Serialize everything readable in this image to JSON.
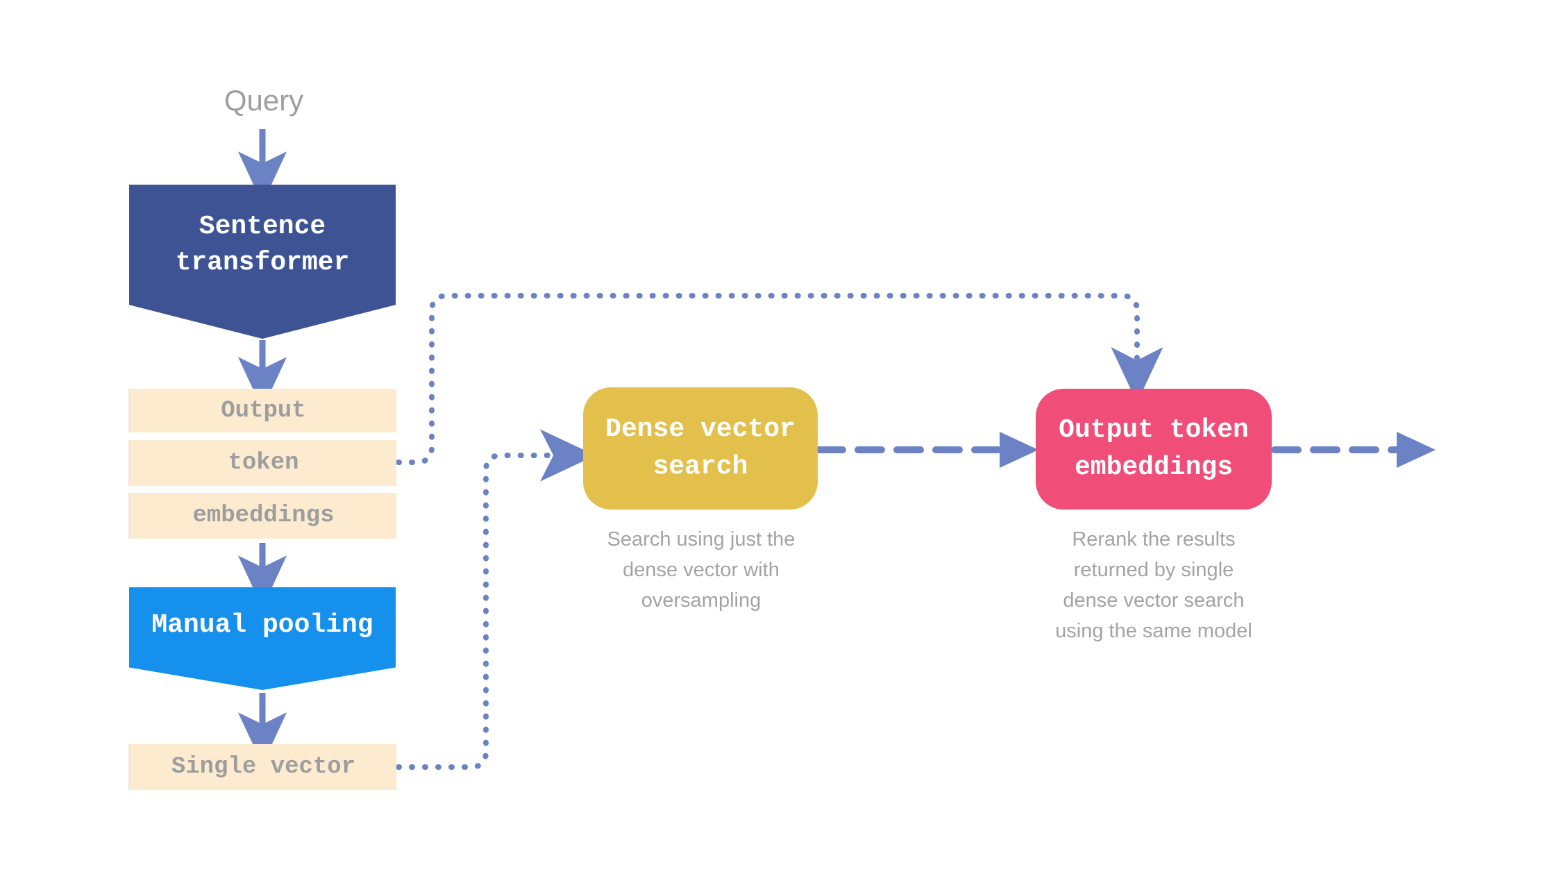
{
  "diagram": {
    "type": "flowchart",
    "title_label": "Query",
    "colors": {
      "sentence_transformer": "#3d5393",
      "manual_pooling": "#1690ed",
      "token_bar": "#fdebd0",
      "dense_vector_search": "#e3c04c",
      "output_token_embeddings": "#f04e79",
      "edge": "#6b82c4",
      "muted_text": "#9e9e9e",
      "background": "#ffffff"
    },
    "nodes": {
      "query": {
        "label": "Query",
        "shape": "text"
      },
      "sentence_transformer": {
        "label": "Sentence\ntransformer",
        "shape": "pentagon"
      },
      "output_token_embeddings_stack": {
        "shape": "stacked-bars",
        "rows": [
          {
            "label": "Output"
          },
          {
            "label": "token"
          },
          {
            "label": "embeddings"
          }
        ]
      },
      "manual_pooling": {
        "label": "Manual pooling",
        "shape": "pentagon"
      },
      "single_vector": {
        "label": "Single vector",
        "shape": "bar"
      },
      "dense_vector_search": {
        "label": "Dense vector\nsearch",
        "shape": "rounded-rect",
        "caption": "Search using just the\ndense vector with\noversampling"
      },
      "output_token_embeddings": {
        "label": "Output token\nembeddings",
        "shape": "rounded-rect",
        "caption": "Rerank the results\nreturned by single\ndense vector search\nusing the same model"
      }
    },
    "edges": [
      {
        "from": "query",
        "to": "sentence_transformer",
        "style": "solid-arrow"
      },
      {
        "from": "sentence_transformer",
        "to": "output_token_embeddings_stack",
        "style": "solid-arrow"
      },
      {
        "from": "output_token_embeddings_stack",
        "to": "manual_pooling",
        "style": "solid-arrow"
      },
      {
        "from": "manual_pooling",
        "to": "single_vector",
        "style": "solid-arrow"
      },
      {
        "from": "token",
        "to": "output_token_embeddings",
        "style": "dotted-arrow"
      },
      {
        "from": "single_vector",
        "to": "dense_vector_search",
        "style": "dotted-arrow"
      },
      {
        "from": "dense_vector_search",
        "to": "output_token_embeddings",
        "style": "dashed-arrow"
      },
      {
        "from": "output_token_embeddings",
        "to": "downstream",
        "style": "dashed-arrow"
      }
    ]
  }
}
